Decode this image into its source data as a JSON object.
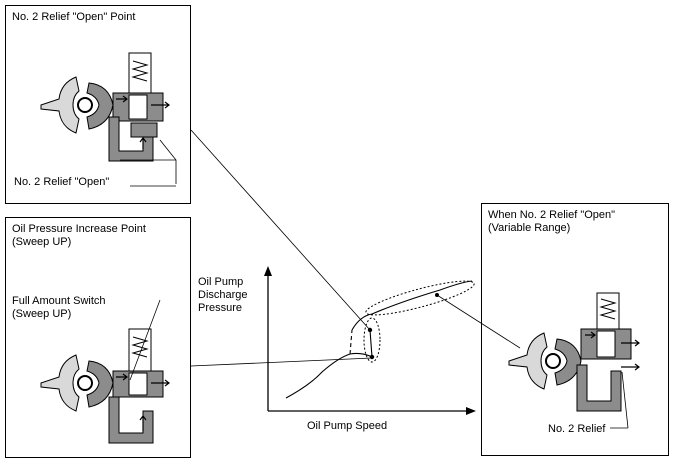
{
  "panels": {
    "top_left": {
      "title": "No. 2 Relief \"Open\" Point",
      "callout": "No. 2 Relief \"Open\""
    },
    "bottom_left": {
      "title": "Oil Pressure Increase Point\n(Sweep UP)",
      "callout": "Full Amount Switch\n(Sweep UP)"
    },
    "right": {
      "title": "When No. 2 Relief \"Open\"\n(Variable Range)",
      "callout": "No. 2 Relief"
    }
  },
  "graph": {
    "y_label": "Oil Pump\nDischarge\nPressure",
    "x_label": "Oil Pump Speed"
  },
  "colors": {
    "housing_gray": "#8c8c8c",
    "light_gray": "#d9d9d9",
    "line": "#000000"
  }
}
